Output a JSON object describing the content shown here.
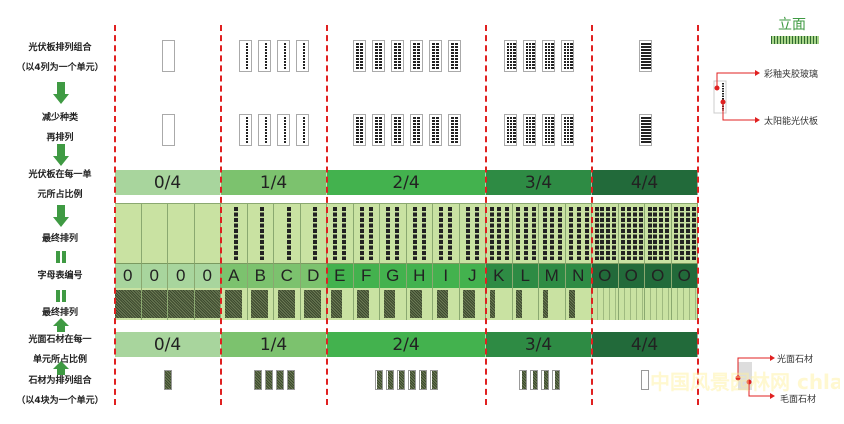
{
  "left_labels": {
    "pv_combo": [
      "光伏板排列组合",
      "（以4列为一个单元）"
    ],
    "reduce": [
      "减少种类",
      "再排列"
    ],
    "pv_ratio": [
      "光伏板在每一单",
      "元所占比例"
    ],
    "final1": "最终排列",
    "alphabet": "字母表编号",
    "final2": "最终排列",
    "stone_ratio": [
      "光面石材在每一",
      "单元所占比例"
    ],
    "stone_combo": [
      "石材为排列组合",
      "（以4块为一个单元）"
    ]
  },
  "groups": [
    {
      "ratio": "0/4",
      "color": "#a8d59d",
      "count": 4,
      "letters": [
        "0",
        "0",
        "0",
        "0"
      ],
      "pv": [
        0,
        0,
        0,
        0
      ],
      "top_icons": [
        0
      ],
      "mid_icons": [
        0
      ],
      "stone_icons": [
        4
      ]
    },
    {
      "ratio": "1/4",
      "color": "#7cc26e",
      "count": 4,
      "letters": [
        "A",
        "B",
        "C",
        "D"
      ],
      "pv": [
        1,
        1,
        1,
        1
      ],
      "top_icons": [
        1,
        1,
        1,
        1
      ],
      "mid_icons": [
        1,
        1,
        1,
        1
      ],
      "stone_icons": [
        3,
        3,
        3,
        3
      ]
    },
    {
      "ratio": "2/4",
      "color": "#43b24e",
      "count": 6,
      "letters": [
        "E",
        "F",
        "G",
        "H",
        "I",
        "J"
      ],
      "pv": [
        2,
        2,
        2,
        2,
        2,
        2
      ],
      "top_icons": [
        2,
        2,
        2,
        2,
        2,
        2
      ],
      "mid_icons": [
        2,
        2,
        2,
        2,
        2,
        2
      ],
      "stone_icons": [
        2,
        2,
        2,
        2,
        2,
        2
      ]
    },
    {
      "ratio": "3/4",
      "color": "#2e8b44",
      "count": 4,
      "letters": [
        "K",
        "L",
        "M",
        "N"
      ],
      "pv": [
        3,
        3,
        3,
        3
      ],
      "top_icons": [
        3,
        3,
        3,
        3
      ],
      "mid_icons": [
        3,
        3,
        3,
        3
      ],
      "stone_icons": [
        1,
        1,
        1,
        1
      ]
    },
    {
      "ratio": "4/4",
      "color": "#226a3a",
      "count": 4,
      "letters": [
        "O",
        "O",
        "O",
        "O"
      ],
      "pv": [
        4,
        4,
        4,
        4
      ],
      "top_icons": [
        4
      ],
      "mid_icons": [
        4
      ],
      "stone_icons": [
        0
      ]
    }
  ],
  "legend": {
    "title": "立面",
    "glass": "彩釉夹胶玻璃",
    "solar": "太阳能光伏板",
    "polished": "光面石材",
    "rough": "毛面石材"
  },
  "watermark": "中国风景园林网 chla.com.cn",
  "colors": {
    "accent_red": "#e02020",
    "arrow_green": "#3f9a43",
    "panel_light": "#c9e2a2"
  }
}
